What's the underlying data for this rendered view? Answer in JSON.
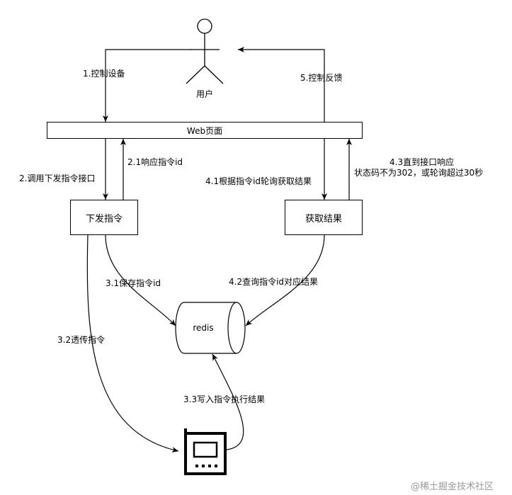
{
  "actor": {
    "label": "用户"
  },
  "web_page": {
    "label": "Web页面"
  },
  "nodes": {
    "send_command": "下发指令",
    "get_result": "获取结果",
    "redis": "redis"
  },
  "edges": {
    "control_device": "1.控制设备",
    "control_feedback": "5.控制反馈",
    "call_send_api": "2.调用下发指令接口",
    "respond_id": "2.1响应指令id",
    "poll_by_id": "4.1根据指令id轮询获取结果",
    "until_response_line1": "4.3直到接口响应",
    "until_response_line2": "状态码不为302，或轮询超过30秒",
    "save_id": "3.1保存指令id",
    "query_by_id": "4.2查询指令id对应结果",
    "pass_through": "3.2透传指令",
    "write_result": "3.3写入指令执行结果"
  },
  "watermark": "@稀土掘金技术社区",
  "icons": {
    "actor": "stick-figure-icon",
    "device": "device-terminal-icon",
    "redis": "database-cylinder-icon"
  }
}
